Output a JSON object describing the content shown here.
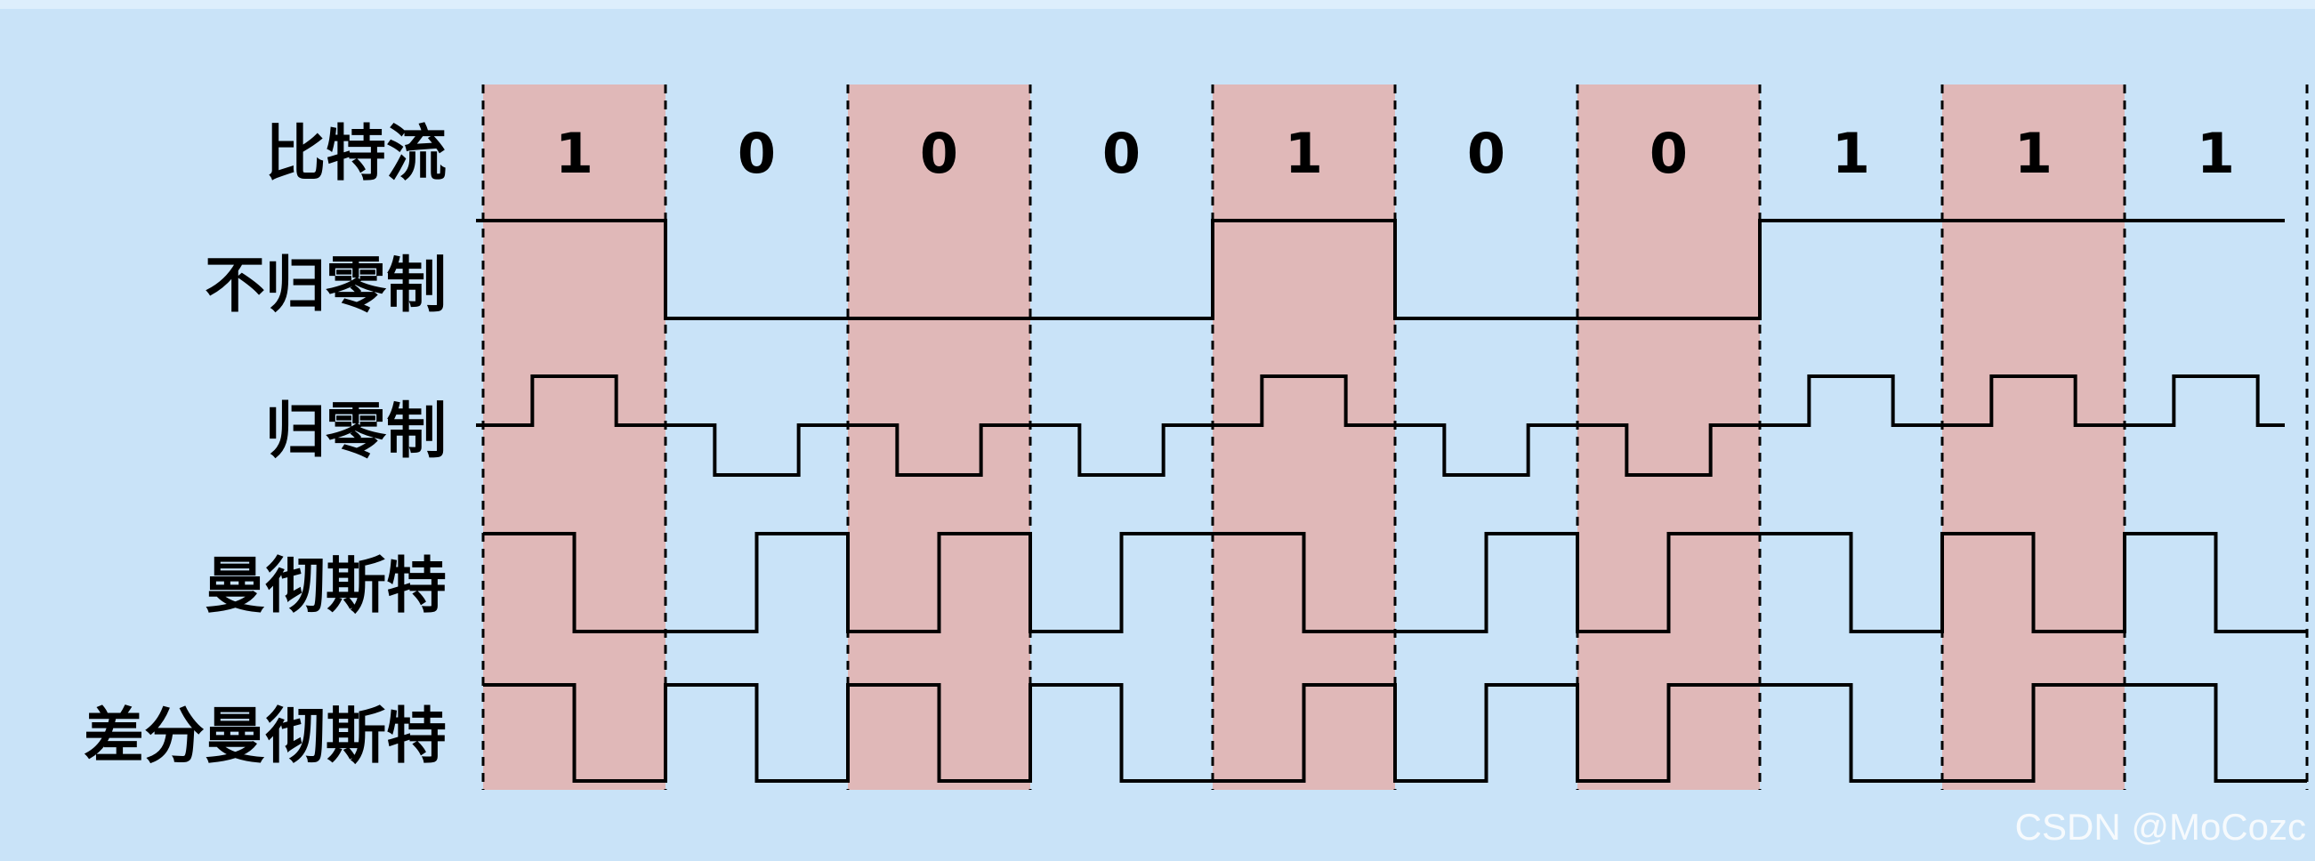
{
  "row_labels": {
    "bitstream": "比特流",
    "nrz": "不归零制",
    "rz": "归零制",
    "manchester": "曼彻斯特",
    "diff_manchester": "差分曼彻斯特"
  },
  "bits": [
    "1",
    "0",
    "0",
    "0",
    "1",
    "0",
    "0",
    "1",
    "1",
    "1"
  ],
  "colors": {
    "background": "#c9e3f8",
    "highlight": "#e0b8b8",
    "signal": "#000000"
  },
  "watermark": "CSDN @MoCozc"
}
